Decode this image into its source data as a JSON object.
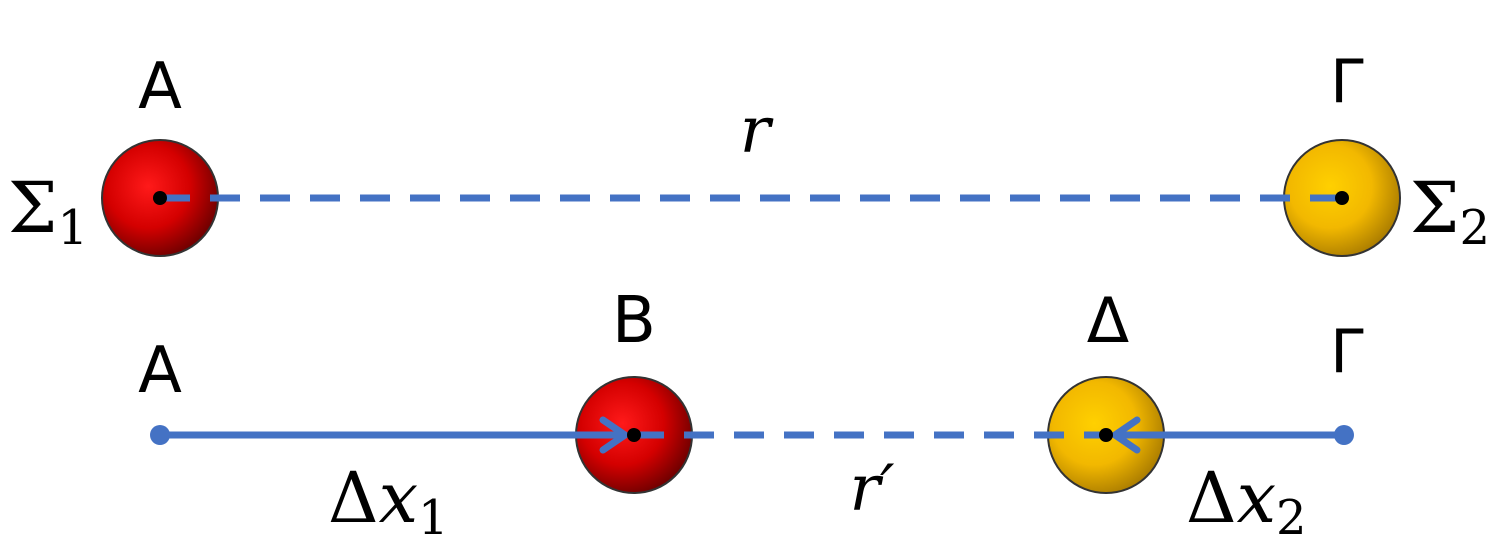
{
  "colors": {
    "line": "#4472C4",
    "sphere_red": "#E00000",
    "sphere_yellow": "#FFC000",
    "text": "#000000"
  },
  "top_row": {
    "point_A": "A",
    "point_Gamma": "Γ",
    "distance_label": "r",
    "sphere1_label": "Σ",
    "sphere1_sub": "1",
    "sphere2_label": "Σ",
    "sphere2_sub": "2"
  },
  "bottom_row": {
    "point_A": "A",
    "point_B": "B",
    "point_Delta": "Δ",
    "point_Gamma": "Γ",
    "dx1_label": "Δ",
    "dx1_var": "x",
    "dx1_sub": "1",
    "distance_label": "r′",
    "dx2_label": "Δ",
    "dx2_var": "x",
    "dx2_sub": "2"
  }
}
